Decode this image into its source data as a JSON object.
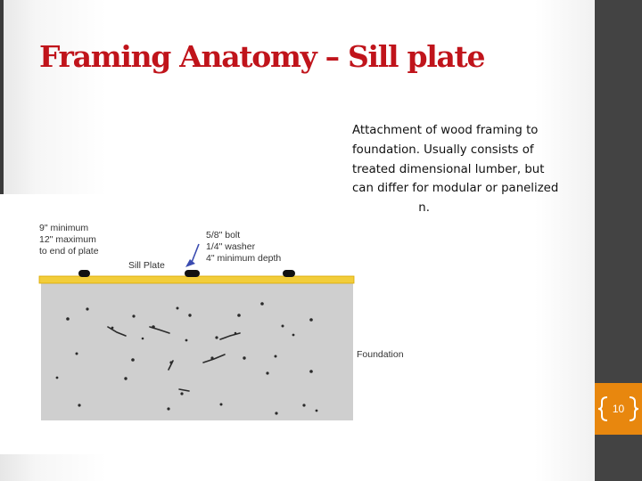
{
  "slide": {
    "title": "Framing Anatomy – Sill plate",
    "body_text": "Attachment of wood framing to foundation.  Usually consists of treated dimensional lumber, but can differ for modular or panelized construction.",
    "page_number": "10"
  },
  "figure": {
    "labels": {
      "edge_distance": [
        "9\" minimum",
        "12\" maximum",
        "to end of plate"
      ],
      "sill_plate": "Sill Plate",
      "bolt_spec": [
        "5/8\" bolt",
        "1/4\" washer",
        "4\" minimum depth"
      ],
      "foundation": "Foundation"
    }
  },
  "colors": {
    "title": "#c0141b",
    "sidebar": "#434343",
    "accent": "#e8870e",
    "sill_plate": "#f2cd3a",
    "foundation": "#cfcfcf",
    "arrow": "#3a4bb0"
  }
}
